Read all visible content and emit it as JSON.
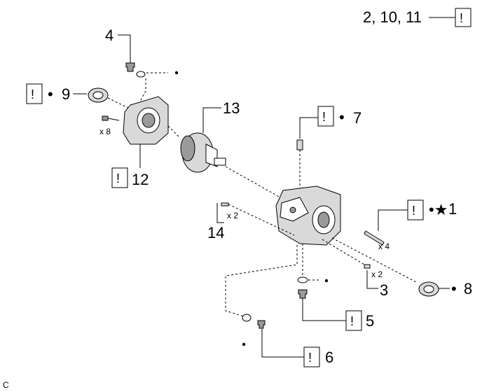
{
  "callout_labels": {
    "c1": "1",
    "c2_10_11": "2, 10, 11",
    "c3": "3",
    "c4": "4",
    "c5": "5",
    "c6": "6",
    "c7": "7",
    "c8": "8",
    "c9": "9",
    "c12": "12",
    "c13": "13",
    "c14": "14"
  },
  "notice_symbol": "!",
  "bullet_symbol": "•",
  "bullet_star_symbol": "•★",
  "quantities": {
    "bolts_x8": "x 8",
    "pins_x4": "x 4",
    "pins_x2_upper": "x 2",
    "pins_x2_lower": "x 2"
  },
  "corner_code": "C"
}
